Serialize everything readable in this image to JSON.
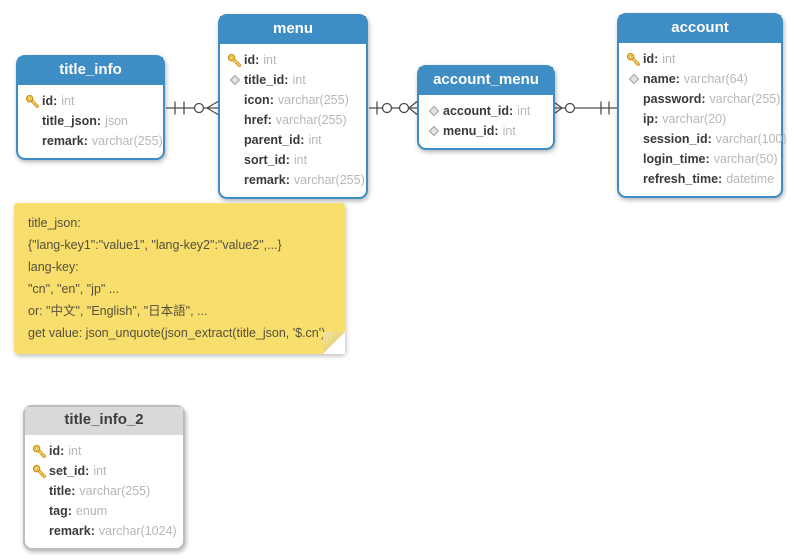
{
  "diagram": {
    "colors": {
      "table_header_blue": "#3E8DC5",
      "table_header_gray": "#D9D9D9",
      "note_background": "#F8DE6D",
      "key_icon_gold": "#FFD95E",
      "connector_line": "#4d4d4d"
    },
    "tables": [
      {
        "name": "title_info",
        "style": "blue",
        "fields": [
          {
            "icon": "key-icon",
            "name": "id",
            "type": "int"
          },
          {
            "icon": "",
            "name": "title_json",
            "type": "json"
          },
          {
            "icon": "",
            "name": "remark",
            "type": "varchar(255)"
          }
        ]
      },
      {
        "name": "menu",
        "style": "blue",
        "fields": [
          {
            "icon": "key-icon",
            "name": "id",
            "type": "int"
          },
          {
            "icon": "diamond-icon",
            "name": "title_id",
            "type": "int"
          },
          {
            "icon": "",
            "name": "icon",
            "type": "varchar(255)"
          },
          {
            "icon": "",
            "name": "href",
            "type": "varchar(255)"
          },
          {
            "icon": "",
            "name": "parent_id",
            "type": "int"
          },
          {
            "icon": "",
            "name": "sort_id",
            "type": "int"
          },
          {
            "icon": "",
            "name": "remark",
            "type": "varchar(255)"
          }
        ]
      },
      {
        "name": "account_menu",
        "style": "blue",
        "fields": [
          {
            "icon": "diamond-icon",
            "name": "account_id",
            "type": "int"
          },
          {
            "icon": "diamond-icon",
            "name": "menu_id",
            "type": "int"
          }
        ]
      },
      {
        "name": "account",
        "style": "blue",
        "fields": [
          {
            "icon": "key-icon",
            "name": "id",
            "type": "int"
          },
          {
            "icon": "diamond-icon",
            "name": "name",
            "type": "varchar(64)"
          },
          {
            "icon": "",
            "name": "password",
            "type": "varchar(255)"
          },
          {
            "icon": "",
            "name": "ip",
            "type": "varchar(20)"
          },
          {
            "icon": "",
            "name": "session_id",
            "type": "varchar(100)"
          },
          {
            "icon": "",
            "name": "login_time",
            "type": "varchar(50)"
          },
          {
            "icon": "",
            "name": "refresh_time",
            "type": "datetime"
          }
        ]
      },
      {
        "name": "title_info_2",
        "style": "gray",
        "fields": [
          {
            "icon": "key-icon",
            "name": "id",
            "type": "int"
          },
          {
            "icon": "key-icon",
            "name": "set_id",
            "type": "int"
          },
          {
            "icon": "",
            "name": "title",
            "type": "varchar(255)"
          },
          {
            "icon": "",
            "name": "tag",
            "type": "enum"
          },
          {
            "icon": "",
            "name": "remark",
            "type": "varchar(1024)"
          }
        ]
      }
    ],
    "relationships": [
      {
        "from": "title_info",
        "to": "menu",
        "from_cardinality": "exactly-one",
        "to_cardinality": "zero-or-many"
      },
      {
        "from": "menu",
        "to": "account_menu",
        "from_cardinality": "zero-or-one",
        "to_cardinality": "zero-or-many"
      },
      {
        "from": "account_menu",
        "to": "account",
        "from_cardinality": "zero-or-many",
        "to_cardinality": "exactly-one"
      }
    ],
    "note": {
      "lines": [
        "title_json:",
        "{\"lang-key1\":\"value1\", \"lang-key2\":\"value2\",...}",
        "lang-key:",
        "\"cn\", \"en\", \"jp\" ...",
        "or: \"中文\", \"English\", \"日本語\", ...",
        "get value: json_unquote(json_extract(title_json, '$.cn')"
      ]
    }
  }
}
